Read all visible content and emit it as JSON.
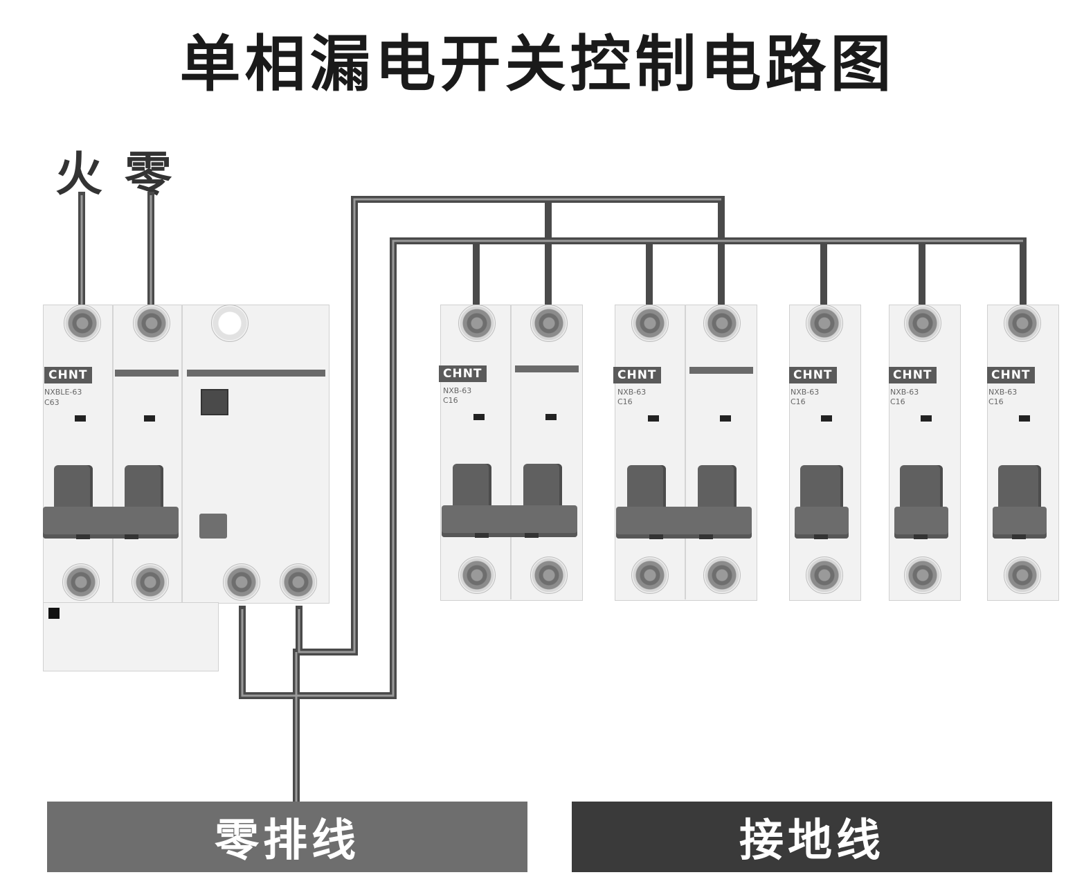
{
  "title": "单相漏电开关控制电路图",
  "labels": {
    "live": "火",
    "neutral": "零"
  },
  "main_breaker": {
    "brand": "CHNT",
    "model": "NXBLE-63",
    "rating": "C63"
  },
  "branch_breakers": [
    {
      "brand": "CHNT",
      "model": "NXB-63",
      "rating": "C16",
      "poles": 2
    },
    {
      "brand": "CHNT",
      "model": "NXB-63",
      "rating": "C16",
      "poles": 2
    },
    {
      "brand": "CHNT",
      "model": "NXB-63",
      "rating": "C16",
      "poles": 1
    },
    {
      "brand": "CHNT",
      "model": "NXB-63",
      "rating": "C16",
      "poles": 1
    },
    {
      "brand": "CHNT",
      "model": "NXB-63",
      "rating": "C16",
      "poles": 1
    }
  ],
  "bottom_bars": {
    "neutral_bar": "零排线",
    "ground_bar": "接地线"
  },
  "colors": {
    "wire_dark": "#4a4a4a",
    "wire_mid": "#7a7a7a",
    "neutral_bar": "#6e6e6e",
    "ground_bar": "#3a3a3a"
  }
}
